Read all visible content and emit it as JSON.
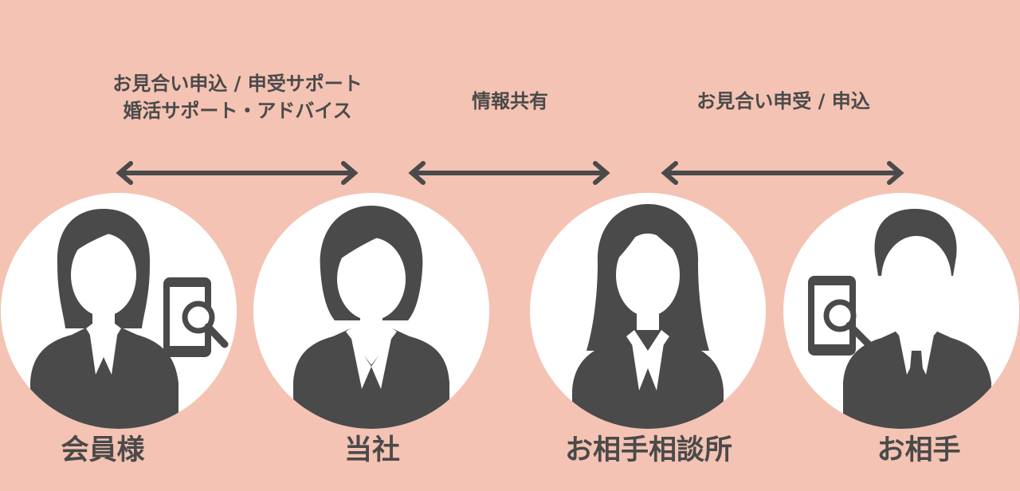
{
  "relations": [
    {
      "lines": [
        "お見合い申込 / 申受サポート",
        "婚活サポート・アドバイス"
      ]
    },
    {
      "lines": [
        "情報共有"
      ]
    },
    {
      "lines": [
        "お見合い申受 / 申込"
      ]
    }
  ],
  "people": [
    {
      "name": "会員様",
      "icon": "woman-with-phone-search-icon"
    },
    {
      "name": "当社",
      "icon": "woman-short-hair-icon"
    },
    {
      "name": "お相手相談所",
      "icon": "woman-long-hair-icon"
    },
    {
      "name": "お相手",
      "icon": "man-with-phone-search-icon"
    }
  ],
  "colors": {
    "background": "#f4c3b3",
    "circle": "#ffffff",
    "figure": "#4a4a4a",
    "text": "#4a4a4a"
  }
}
